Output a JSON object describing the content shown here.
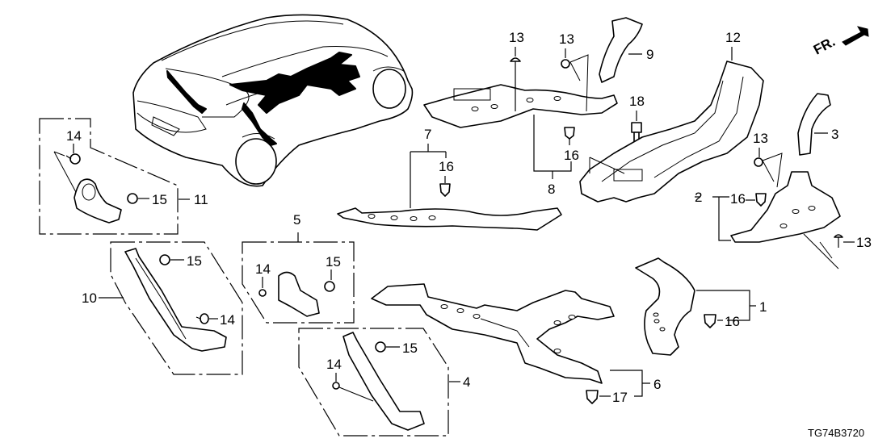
{
  "diagram": {
    "title": "Floor Duct / Heater Duct Parts Diagram",
    "direction_label": "FR.",
    "diagram_code": "TG74B3720",
    "callouts": {
      "p1": "1",
      "p2": "2",
      "p3": "3",
      "p4": "4",
      "p5": "5",
      "p6": "6",
      "p7": "7",
      "p8": "8",
      "p9": "9",
      "p10": "10",
      "p11": "11",
      "p12": "12",
      "p13a": "13",
      "p13b": "13",
      "p13c": "13",
      "p13d": "13",
      "p14a": "14",
      "p14b": "14",
      "p14c": "14",
      "p14d": "14",
      "p15a": "15",
      "p15b": "15",
      "p15c": "15",
      "p15d": "15",
      "p16a": "16",
      "p16b": "16",
      "p16c": "16",
      "p16d": "16",
      "p17": "17",
      "p18": "18"
    }
  }
}
